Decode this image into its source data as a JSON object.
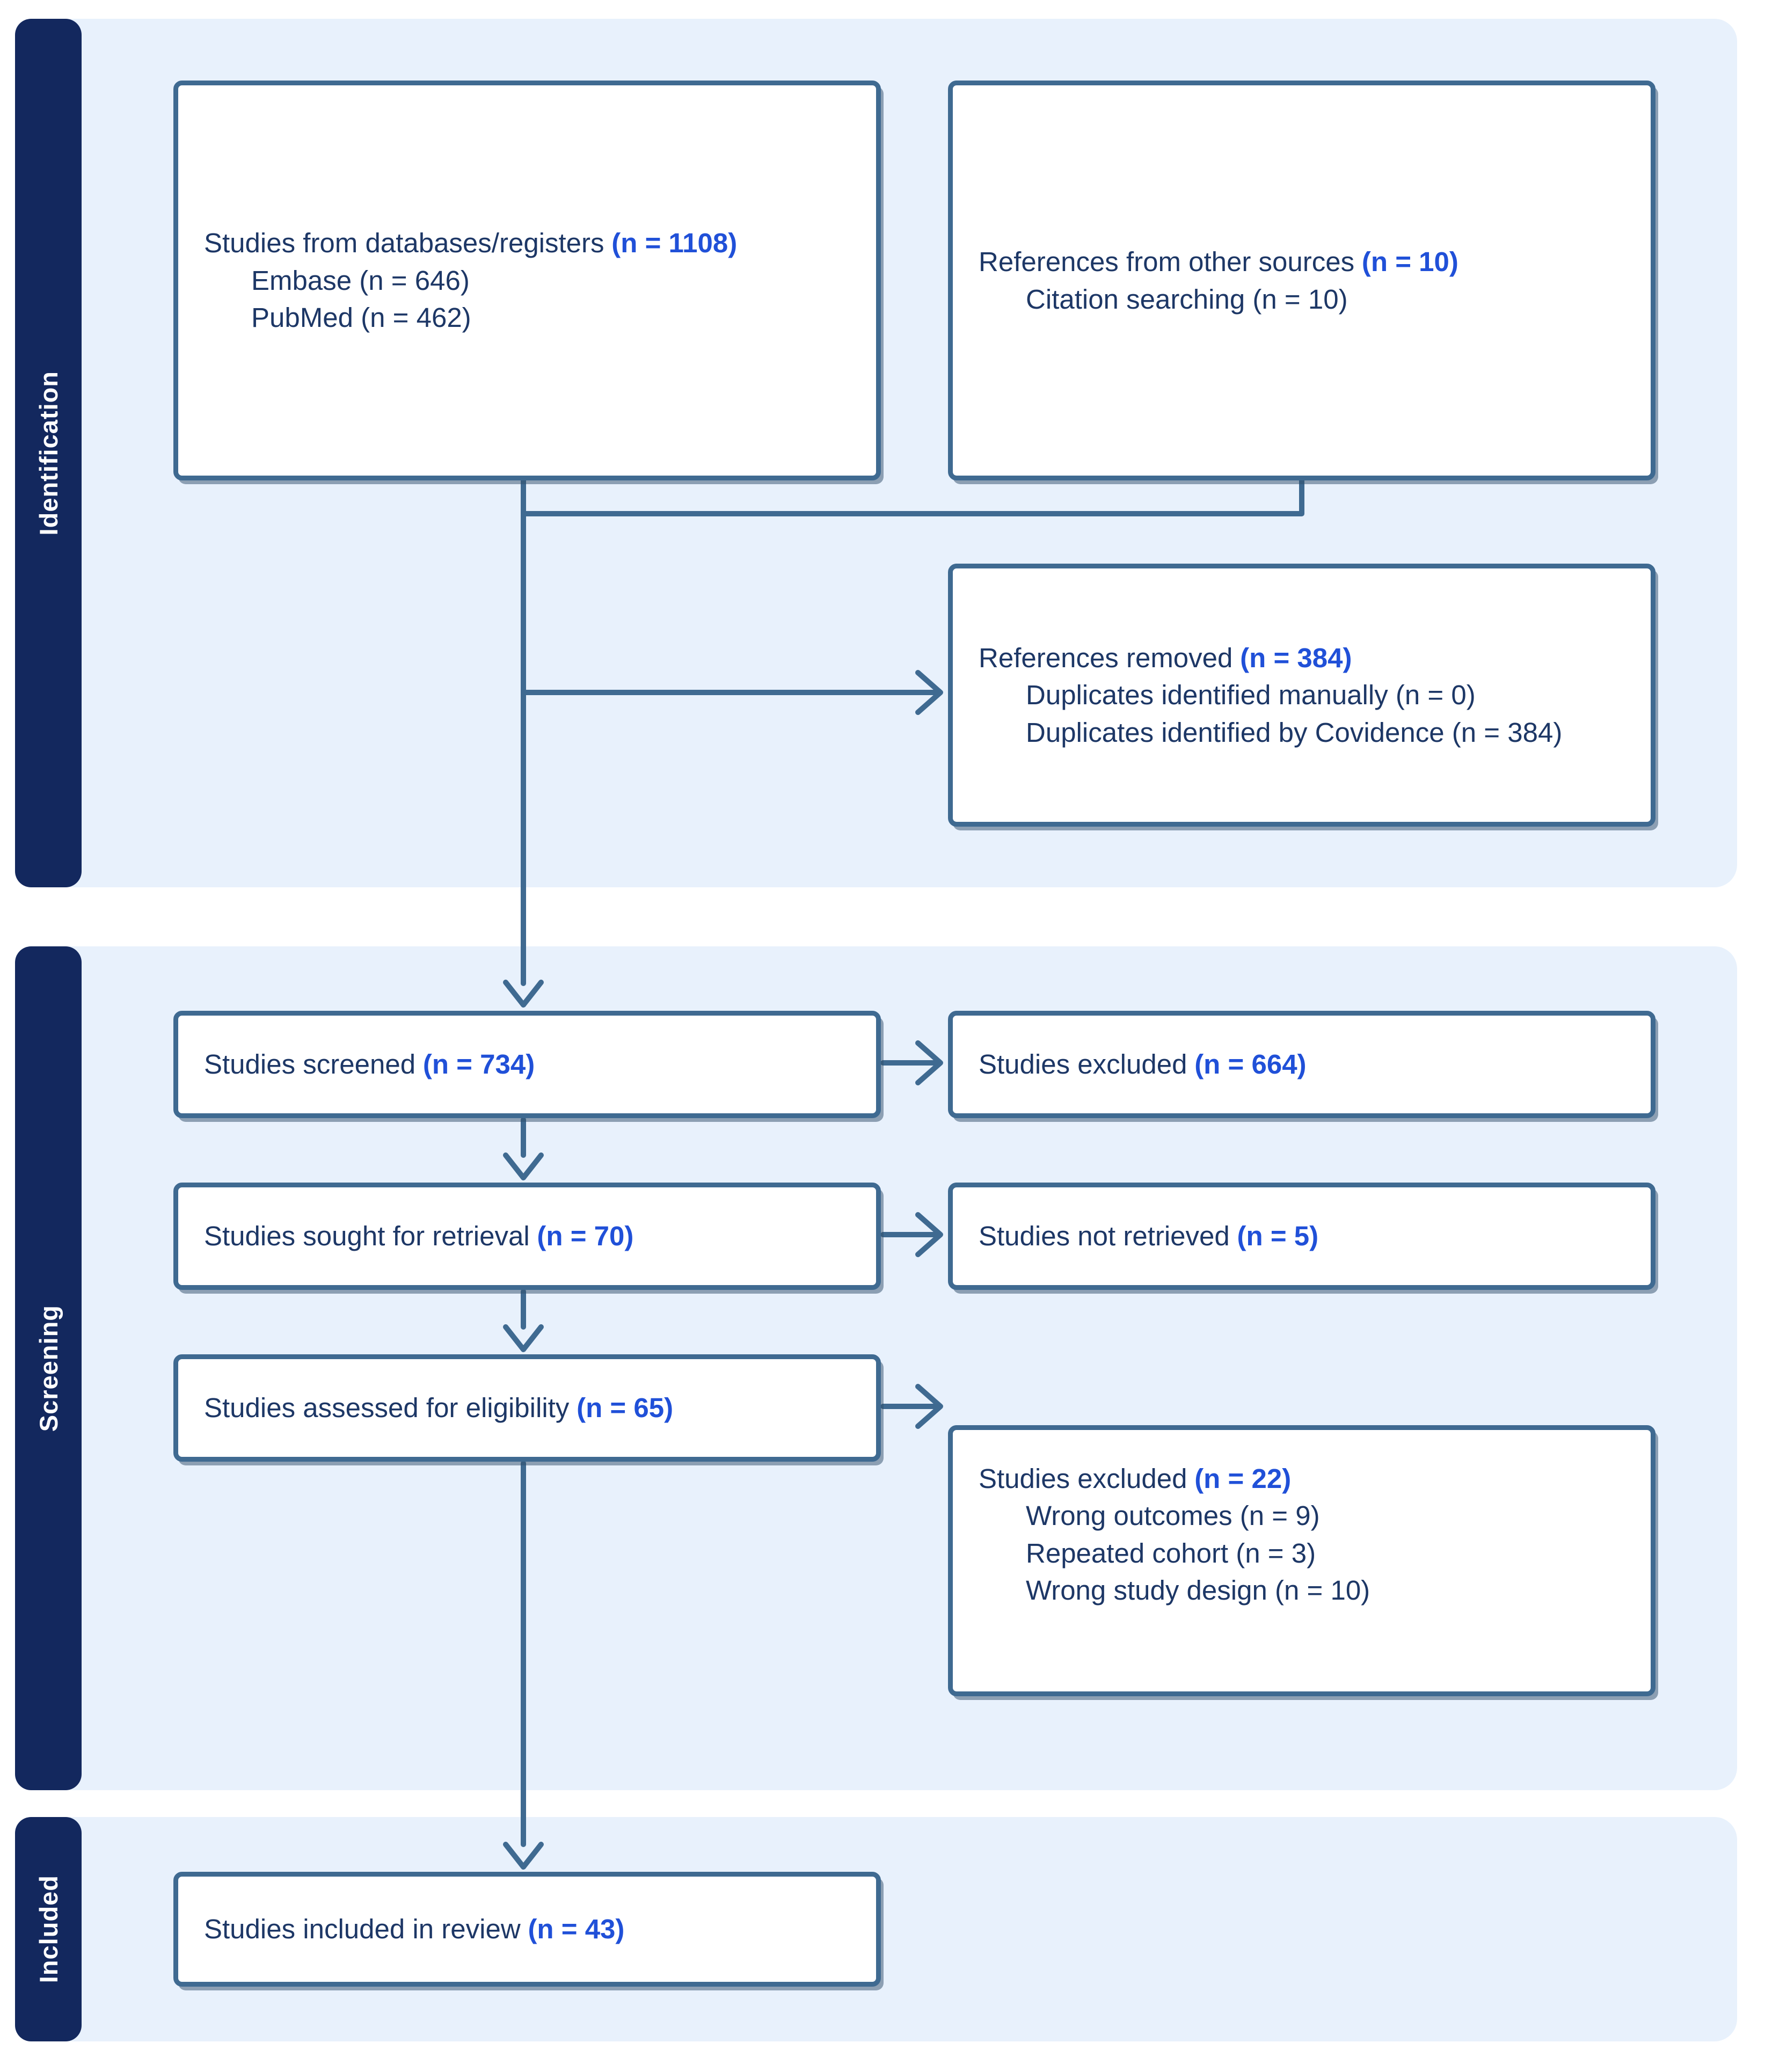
{
  "diagram": {
    "sections": {
      "identification": {
        "label": "Identification"
      },
      "screening": {
        "label": "Screening"
      },
      "included": {
        "label": "Included"
      }
    },
    "boxes": {
      "databases": {
        "title": "Studies from databases/registers",
        "n": "(n = 1108)",
        "items": [
          "Embase (n = 646)",
          "PubMed (n = 462)"
        ]
      },
      "other_sources": {
        "title": "References from other sources",
        "n": "(n = 10)",
        "items": [
          "Citation searching (n = 10)"
        ]
      },
      "references_removed": {
        "title": "References removed",
        "n": "(n = 384)",
        "items": [
          "Duplicates identified manually (n = 0)",
          "Duplicates identified by Covidence (n = 384)"
        ]
      },
      "screened": {
        "title": "Studies screened",
        "n": "(n = 734)"
      },
      "excluded_screening": {
        "title": "Studies excluded",
        "n": "(n = 664)"
      },
      "sought": {
        "title": "Studies sought for retrieval",
        "n": "(n = 70)"
      },
      "not_retrieved": {
        "title": "Studies not retrieved",
        "n": "(n = 5)"
      },
      "assessed": {
        "title": "Studies assessed for eligibility",
        "n": "(n = 65)"
      },
      "excluded_eligibility": {
        "title": "Studies excluded",
        "n": "(n = 22)",
        "items": [
          "Wrong outcomes (n = 9)",
          "Repeated cohort (n = 3)",
          "Wrong study design (n = 10)"
        ]
      },
      "included_review": {
        "title": "Studies included in review",
        "n": "(n = 43)"
      }
    },
    "colors": {
      "stage_bar_navy": "#13285e",
      "panel_background": "#e8f1fc",
      "box_border_steel": "#3f6a91",
      "text_navy": "#1d3766",
      "count_blue": "#2050d8"
    }
  }
}
